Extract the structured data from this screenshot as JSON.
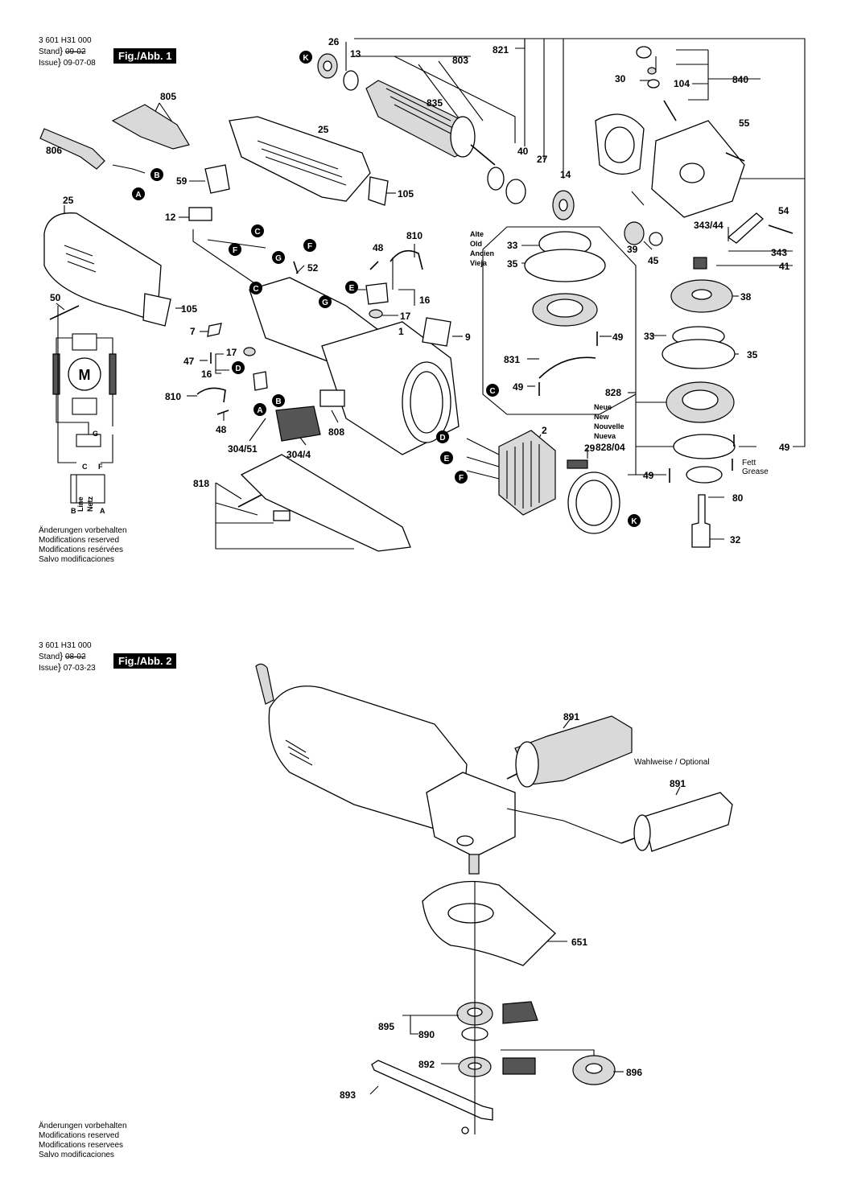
{
  "sheet1": {
    "doc_code": "3 601 H31 000",
    "stand_label": "Stand",
    "stand_date": "09-02",
    "issue_label": "Issue",
    "issue_date": "09-07-08",
    "fig_label": "Fig./Abb. 1",
    "notes": [
      "Änderungen vorbehalten",
      "Modifications reserved",
      "Modifications resérvées",
      "Salvo modificaciones"
    ],
    "old_box": [
      "Alte",
      "Old",
      "Ancien",
      "Vieja"
    ],
    "new_box": [
      "Neue",
      "New",
      "Nouvelle",
      "Nueva"
    ],
    "grease": [
      "Fett",
      "Grease"
    ],
    "motor_symbol": "M",
    "circuit_letters": [
      "G",
      "C",
      "F",
      "B",
      "A",
      "Line",
      "Netz"
    ],
    "part_labels": [
      "26",
      "13",
      "803",
      "821",
      "30",
      "840",
      "104",
      "835",
      "55",
      "40",
      "27",
      "14",
      "805",
      "806",
      "25",
      "59",
      "105",
      "12",
      "25",
      "48",
      "810",
      "52",
      "16",
      "17",
      "1",
      "9",
      "50",
      "105",
      "7",
      "47",
      "17",
      "16",
      "810",
      "48",
      "304/51",
      "304/4",
      "808",
      "2",
      "29",
      "818",
      "33",
      "35",
      "49",
      "831",
      "49",
      "39",
      "45",
      "343/44",
      "54",
      "343",
      "41",
      "38",
      "33",
      "35",
      "828",
      "828/04",
      "49",
      "49",
      "80",
      "32"
    ],
    "markers": [
      "K",
      "B",
      "A",
      "C",
      "F",
      "G",
      "F",
      "C",
      "E",
      "G",
      "D",
      "B",
      "A",
      "C",
      "D",
      "E",
      "F",
      "K"
    ]
  },
  "sheet2": {
    "doc_code": "3 601 H31 000",
    "stand_label": "Stand",
    "stand_date": "08-02",
    "issue_label": "Issue",
    "issue_date": "07-03-23",
    "fig_label": "Fig./Abb. 2",
    "notes": [
      "Änderungen vorbehalten",
      "Modifications reserved",
      "Modifications reservees",
      "Salvo modificaciones"
    ],
    "optional_label": "Wahlweise / Optional",
    "part_labels": [
      "891",
      "891",
      "651",
      "895",
      "890",
      "892",
      "896",
      "893"
    ]
  },
  "colors": {
    "ink": "#000000",
    "paper": "#ffffff",
    "marker_fill": "#000000",
    "part_fill": "#d9d9d9"
  }
}
